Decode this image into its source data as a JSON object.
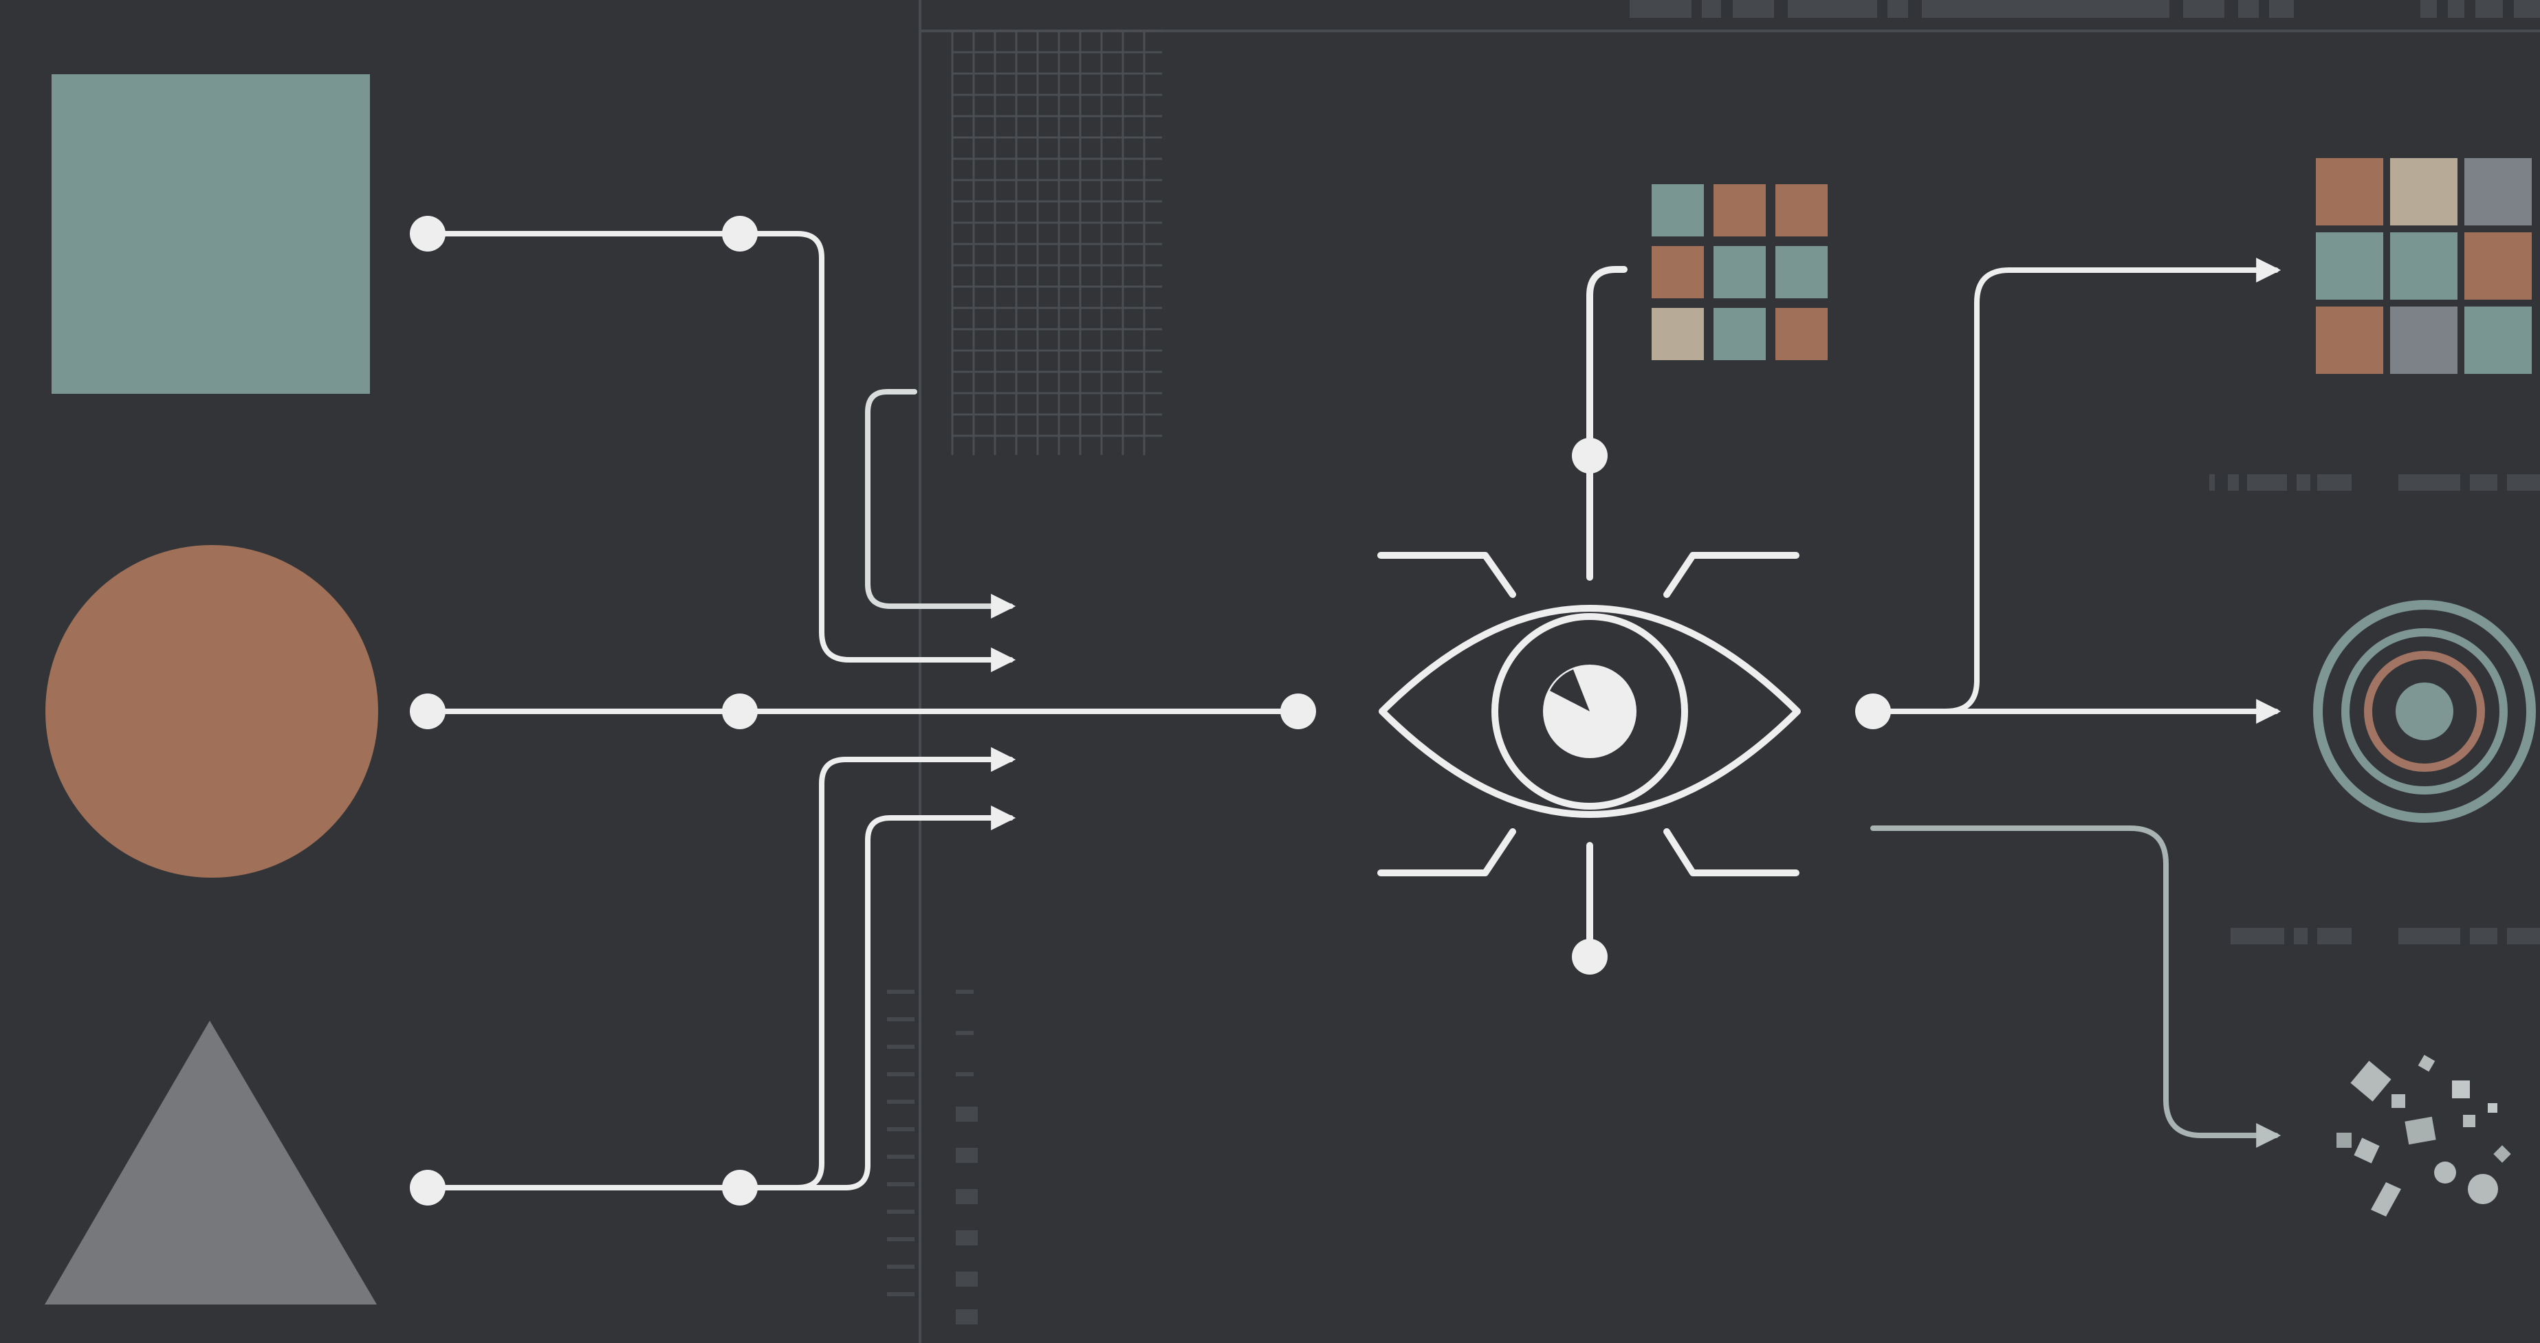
{
  "colors": {
    "background": "#323437",
    "line": "#eeeeee",
    "line_dim": "#a9b4b2",
    "grid": "#4a4d51",
    "tick": "#46494d",
    "teal": "#7a9693",
    "terracotta": "#a07058",
    "gray": "#76787b",
    "beige": "#b7ab98",
    "slate": "#7d8288",
    "ring_outer": "#7e9694",
    "ring_mid": "#a27463"
  },
  "icons": {
    "input_square": "square-shape-icon",
    "input_circle": "circle-shape-icon",
    "input_triangle": "triangle-shape-icon",
    "center": "eye-icon",
    "output_top": "color-grid-icon",
    "output_middle": "concentric-rings-icon",
    "output_bottom": "scattered-fragments-icon",
    "center_grid": "color-swatch-grid-icon"
  },
  "grids": {
    "center_swatches": [
      "teal",
      "terracotta",
      "terracotta",
      "terracotta",
      "teal",
      "teal",
      "beige",
      "teal",
      "terracotta"
    ],
    "output_swatches": [
      "terracotta",
      "beige",
      "slate",
      "teal",
      "teal",
      "terracotta",
      "terracotta",
      "slate",
      "teal"
    ]
  }
}
